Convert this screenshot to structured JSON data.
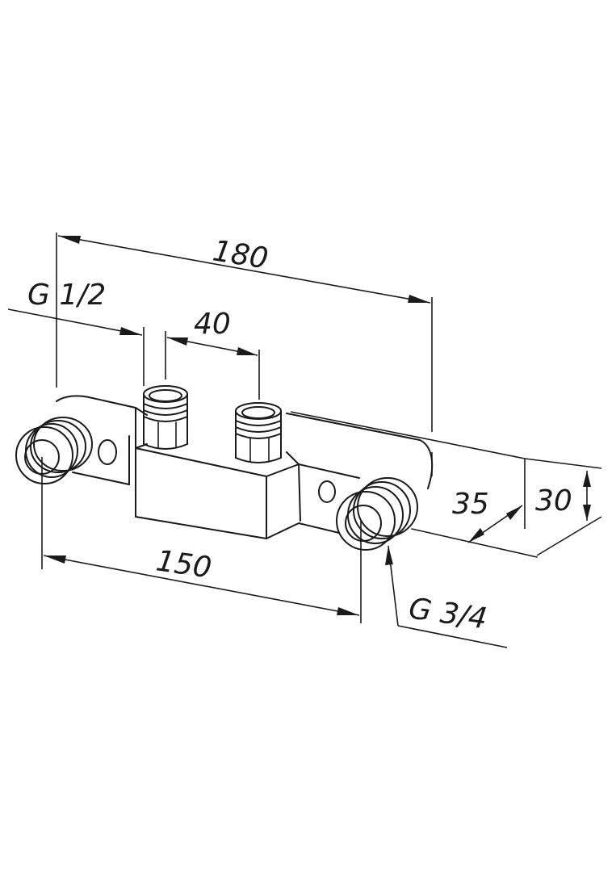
{
  "dimensions": {
    "overall_length": "180",
    "inlet_thread": "G 1/2",
    "inlet_spacing": "40",
    "outlet_spacing": "150",
    "outlet_thread": "G 3/4",
    "depth": "35",
    "height": "30"
  },
  "colors": {
    "line": "#1a1a1a",
    "background": "#ffffff"
  }
}
